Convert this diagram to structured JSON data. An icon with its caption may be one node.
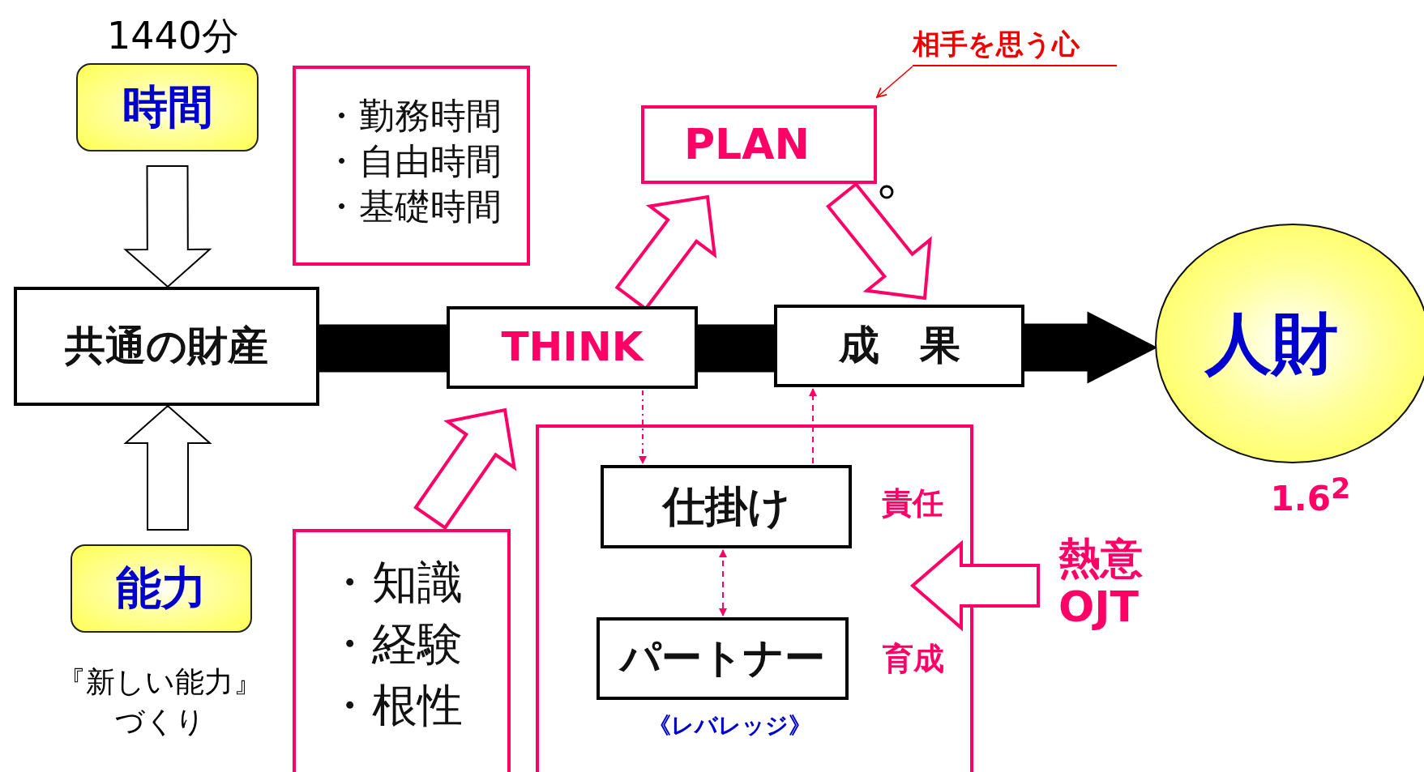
{
  "diagram": {
    "nodes": [
      {
        "text": [
          "時間"
        ],
        "beside": [
          "1440分"
        ]
      },
      {
        "text": [
          "・勤務時間",
          "・自由時間",
          "・基礎時間"
        ]
      },
      {
        "text": [
          "相手を思う心"
        ]
      },
      {
        "text": [
          "PLAN"
        ]
      },
      {
        "text": [
          "共通の財産"
        ]
      },
      {
        "text": [
          "THINK"
        ]
      },
      {
        "text": [
          "成　果"
        ]
      },
      {
        "text": [
          "人財"
        ],
        "beside": [
          "1.6$^{2}$"
        ]
      },
      {
        "text": [],
        "shape": "box"
      },
      {
        "text": [
          "仕掛け"
        ],
        "in": 8,
        "beside": [
          "責任"
        ]
      },
      {
        "text": [
          "パートナー"
        ],
        "in": 8,
        "beside": [
          "育成",
          "《レバレッジ》"
        ]
      },
      {
        "text": [
          "熱意",
          "OJT"
        ]
      },
      {
        "text": [
          "能力"
        ],
        "beside": [
          "『新しい能力』づくり"
        ]
      },
      {
        "text": [
          "・知識",
          "・経験",
          "・根性"
        ]
      }
    ],
    "edges": [
      {
        "from": 0,
        "to": 4,
        "arrow": "to",
        "style": "thick",
        "color": "#000000"
      },
      {
        "from": 12,
        "to": 4,
        "arrow": "to",
        "style": "thick",
        "color": "#000000"
      },
      {
        "from": 4,
        "to": 5,
        "arrow": "none",
        "style": "thick",
        "color": "#000000"
      },
      {
        "from": 5,
        "to": 6,
        "arrow": "none",
        "style": "thick",
        "color": "#000000"
      },
      {
        "from": 6,
        "to": 7,
        "arrow": "to",
        "style": "thick",
        "color": "#000000"
      },
      {
        "from": 13,
        "to": 5,
        "arrow": "to",
        "style": "thick",
        "color": "#ff0066"
      },
      {
        "from": 5,
        "to": 3,
        "arrow": "to",
        "style": "thick",
        "color": "#ff0066"
      },
      {
        "from": 3,
        "to": 6,
        "arrow": "to",
        "style": "thick",
        "color": "#ff0066"
      },
      {
        "from": 11,
        "to": 8,
        "arrow": "to",
        "style": "thick",
        "color": "#ff0066"
      },
      {
        "from": 5,
        "to": 9,
        "arrow": "to",
        "style": "dashed",
        "color": "#ff0066"
      },
      {
        "from": 9,
        "to": 6,
        "arrow": "to",
        "style": "dashed",
        "color": "#ff0066"
      },
      {
        "from": 9,
        "to": 10,
        "arrow": "both",
        "style": "dashed",
        "color": "#ff0066"
      },
      {
        "from": 2,
        "to": 3,
        "arrow": "to",
        "color": "#ee0000"
      }
    ]
  }
}
